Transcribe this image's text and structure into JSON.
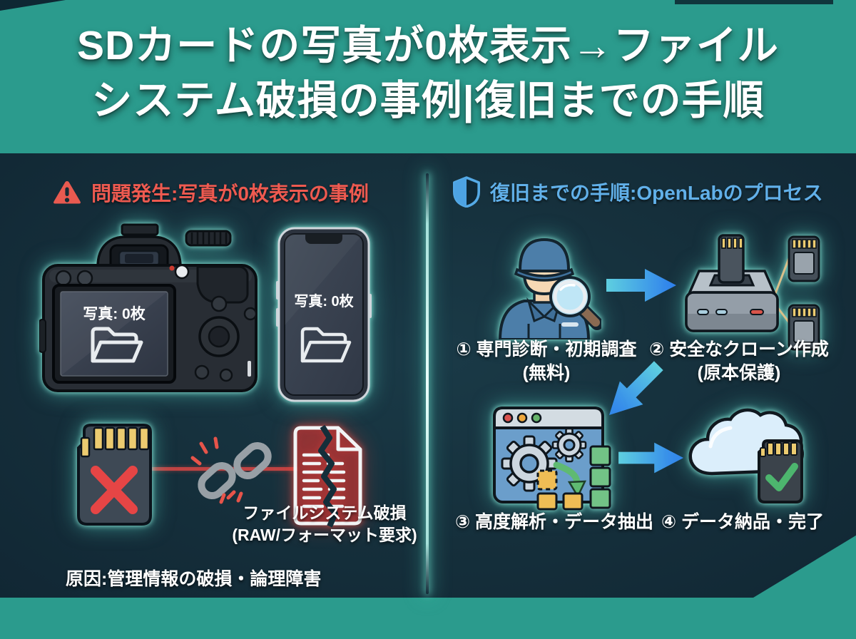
{
  "title": {
    "line1": "SDカードの写真が0枚表示→ファイル",
    "line2": "システム破損の事例|復旧までの手順"
  },
  "left_section": {
    "header": "問題発生:写真が0枚表示の事例",
    "camera_screen_label": "写真: 0枚",
    "phone_screen_label": "写真: 0枚",
    "damage_line1": "ファイルシステム破損",
    "damage_line2": "(RAW/フォーマット要求)",
    "cause": "原因:管理情報の破損・論理障害"
  },
  "right_section": {
    "header": "復旧までの手順:OpenLabのプロセス",
    "steps": [
      {
        "label": "① 専門診断・初期調査",
        "sublabel": "(無料)"
      },
      {
        "label": "② 安全なクローン作成",
        "sublabel": "(原本保護)"
      },
      {
        "label": "③ 高度解析・データ抽出",
        "sublabel": ""
      },
      {
        "label": "④ データ納品・完了",
        "sublabel": ""
      }
    ]
  },
  "icons": {
    "left_header": "warning-triangle-icon",
    "right_header": "shield-icon",
    "problem_row": [
      "camera-icon",
      "smartphone-icon",
      "empty-folder-icon"
    ],
    "damage_row": [
      "sd-card-error-icon",
      "broken-link-icon",
      "corrupted-file-icon"
    ],
    "process_row": [
      "technician-icon",
      "clone-device-icon",
      "analysis-window-icon",
      "cloud-delivery-icon"
    ],
    "connectors": [
      "arrow-right-icon",
      "arrow-down-left-icon"
    ]
  },
  "colors": {
    "background_teal": "#2b9b8d",
    "panel_dark": "#15303c",
    "alert_red": "#ee5a50",
    "process_blue": "#61b0e9",
    "arrow_gradient_start": "#5ecfe0",
    "arrow_gradient_end": "#2d7ded",
    "glow_cyan": "#7fe9d9",
    "glow_red": "#e04b42"
  }
}
